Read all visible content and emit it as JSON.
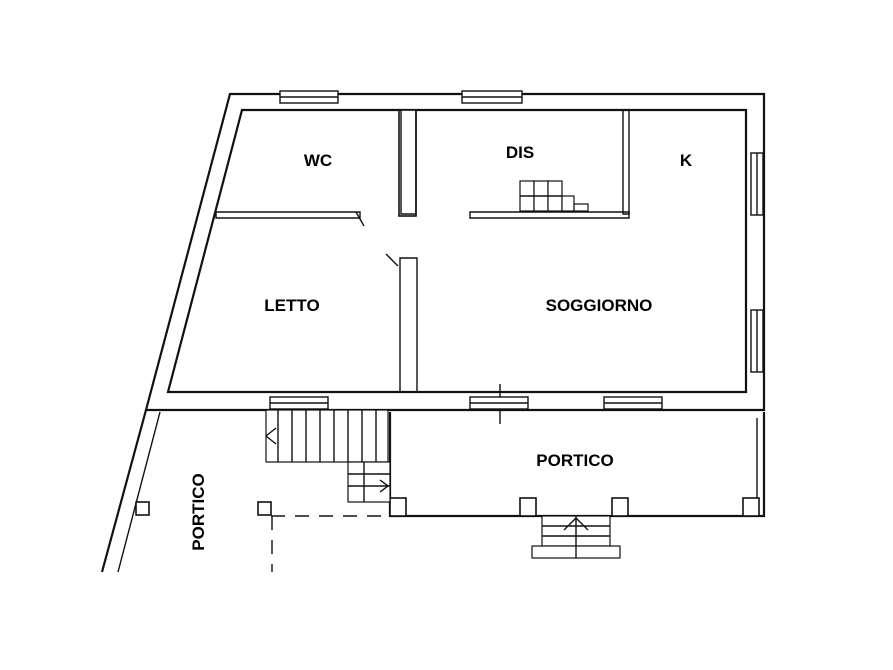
{
  "rooms": {
    "wc": "WC",
    "dis": "DIS",
    "k": "K",
    "letto": "LETTO",
    "soggiorno": "SOGGIORNO",
    "portico_front": "PORTICO",
    "portico_side": "PORTICO"
  },
  "colors": {
    "line": "#111111",
    "background": "#ffffff"
  }
}
